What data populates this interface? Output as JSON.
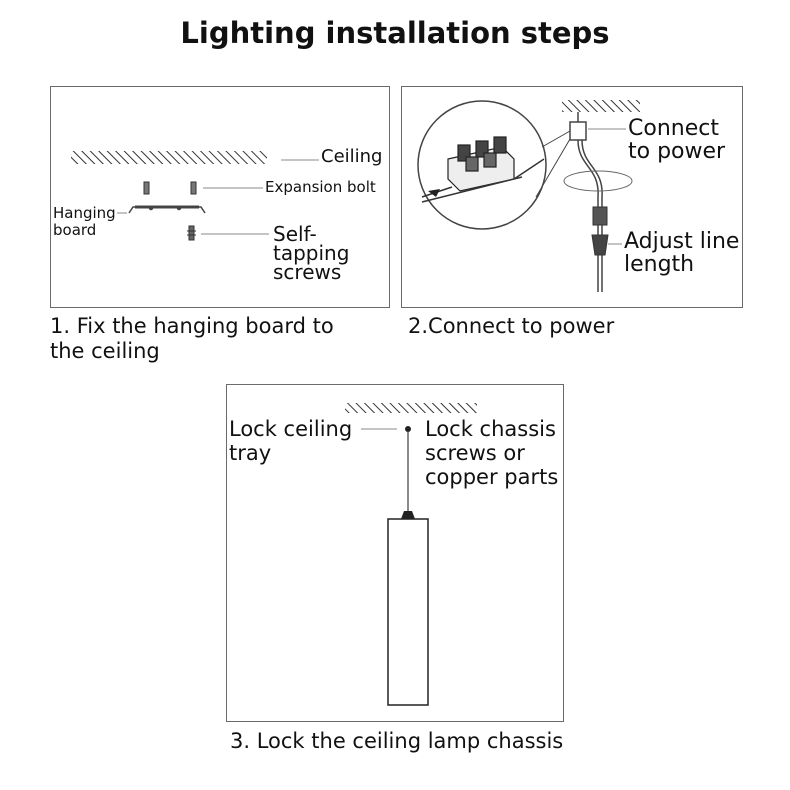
{
  "title": "Lighting installation steps",
  "step1": {
    "caption": "1. Fix the hanging board to the ceiling",
    "labels": {
      "ceiling": "Ceiling",
      "expansion_bolt": "Expansion bolt",
      "hanging_board": "Hanging board",
      "self_tapping_screws": "Self-tapping screws"
    }
  },
  "step2": {
    "caption": "2.Connect to power",
    "labels": {
      "connect_to_power": "Connect to power",
      "adjust_line_length": "Adjust line length"
    }
  },
  "step3": {
    "caption": "3. Lock the ceiling lamp chassis",
    "labels": {
      "lock_ceiling_tray": "Lock ceiling tray",
      "lock_chassis": "Lock chassis screws or copper parts"
    }
  }
}
